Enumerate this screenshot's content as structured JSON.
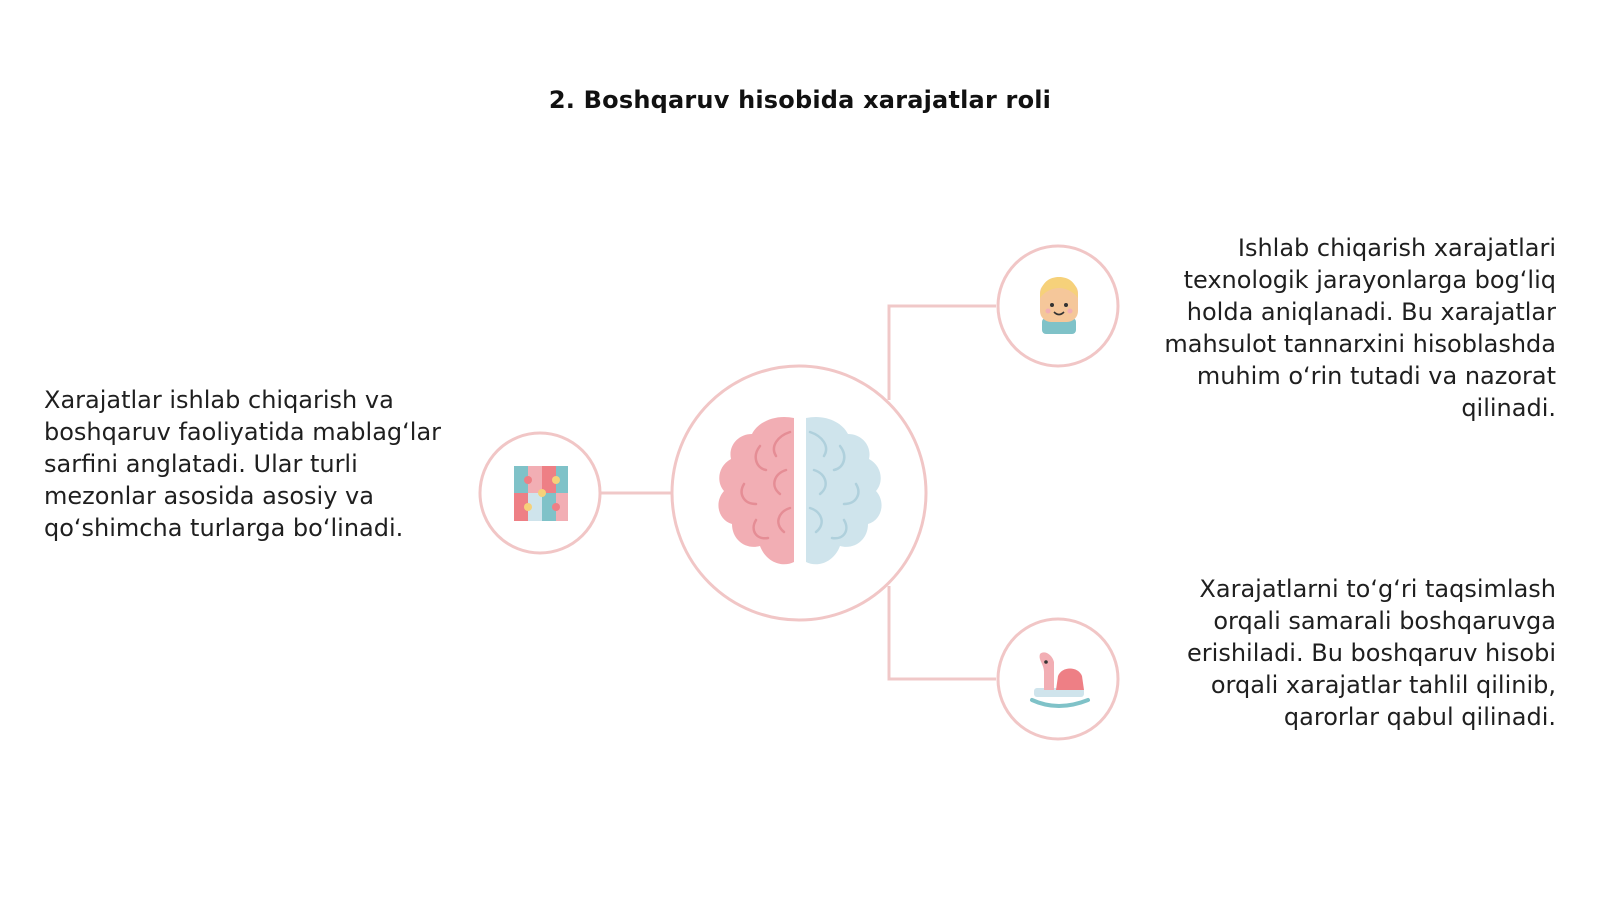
{
  "slide": {
    "title": "2. Boshqaruv hisobida xarajatlar roli",
    "left_text": "Xarajatlar ishlab chiqarish va boshqaruv faoliyatida mablag‘lar sarfini anglatadi. Ular turli mezonlar asosida asosiy va qo‘shimcha turlarga bo‘linadi.",
    "top_right_text": "Ishlab chiqarish xarajatlari texnologik jarayonlarga bog‘liq holda aniqlanadi. Bu xarajatlar mahsulot tannarxini hisoblashda muhim o‘rin tutadi va nazorat qilinadi.",
    "bottom_right_text": "Xarajatlarni to‘g‘ri taqsimlash orqali samarali boshqaruvga erishiladi. Bu boshqaruv hisobi orqali xarajatlar tahlil qilinib, qarorlar qabul qilinadi."
  },
  "icons": {
    "center": "brain-icon",
    "left": "puzzle-icon",
    "top_right": "child-face-icon",
    "bottom_right": "rocking-horse-icon"
  },
  "colors": {
    "ring": "#f1c6c6",
    "connector": "#f0c8c8",
    "brain_left": "#f2aeb4",
    "brain_right": "#cfe4ec",
    "teal": "#7fc2c8",
    "coral": "#ee7f85",
    "yellow": "#f6d17a"
  }
}
